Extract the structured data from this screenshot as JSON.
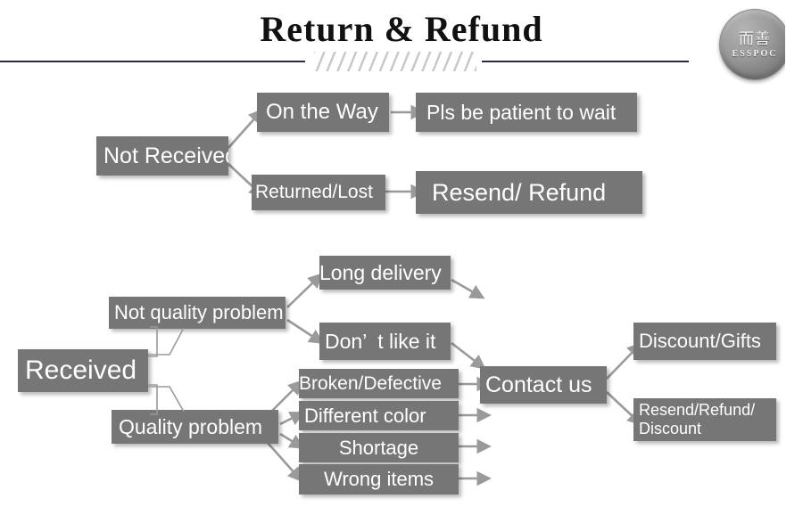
{
  "slide": {
    "title": "Return & Refund",
    "background": "#ffffff",
    "box_color": "#767676",
    "box_text_color": "#ffffff",
    "arrow_color": "#9a9a9a",
    "rule_color": "#2b2b3a"
  },
  "logo": {
    "chinese": "而善",
    "latin": "ESSPOC"
  },
  "flow": {
    "not_received": {
      "root": "Not Received",
      "branches": [
        {
          "condition": "On the Way",
          "action": "Pls be patient to wait"
        },
        {
          "condition": "Returned/Lost",
          "action": "Resend/ Refund"
        }
      ]
    },
    "received": {
      "root": "Received",
      "categories": [
        {
          "label": "Not quality problem",
          "reasons": [
            "Long delivery",
            "Don’  t like it"
          ]
        },
        {
          "label": "Quality problem",
          "reasons": [
            "Broken/Defective",
            "Different color",
            "Shortage",
            "Wrong items"
          ]
        }
      ],
      "hub": "Contact us",
      "outcomes": [
        "Discount/Gifts",
        "Resend/Refund/\nDiscount"
      ]
    }
  },
  "nodes": {
    "not_received": "Not Received",
    "on_the_way": "On the Way",
    "pls_be_patient": "Pls be patient to wait",
    "returned_lost": "Returned/Lost",
    "resend_refund": "Resend/ Refund",
    "received": "Received",
    "not_quality_problem": "Not quality problem",
    "quality_problem": "Quality problem",
    "long_delivery": "Long delivery",
    "dont_like_it": "Don’  t like it",
    "broken_defective": "Broken/Defective",
    "different_color": "Different color",
    "shortage": "Shortage",
    "wrong_items": "Wrong items",
    "contact_us": "Contact us",
    "discount_gifts": "Discount/Gifts",
    "resend_refund_discount": "Resend/Refund/\nDiscount"
  }
}
